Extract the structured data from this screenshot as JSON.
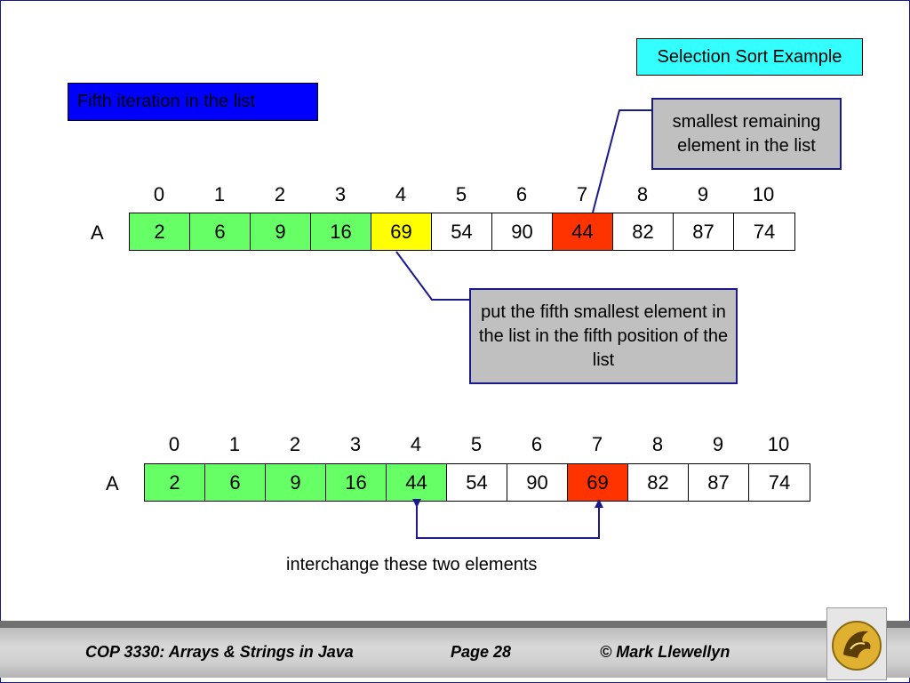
{
  "slide": {
    "title": "Selection Sort Example",
    "iteration_label": "Fifth iteration in the list",
    "callout_top": "smallest remaining element in the list",
    "callout_middle": "put the fifth smallest element in the list in the fifth position of the list",
    "caption": "interchange these two elements"
  },
  "array_before": {
    "label": "A",
    "indices": [
      "0",
      "1",
      "2",
      "3",
      "4",
      "5",
      "6",
      "7",
      "8",
      "9",
      "10"
    ],
    "values": [
      "2",
      "6",
      "9",
      "16",
      "69",
      "54",
      "90",
      "44",
      "82",
      "87",
      "74"
    ],
    "cell_colors": [
      "#66ff66",
      "#66ff66",
      "#66ff66",
      "#66ff66",
      "#ffff00",
      "#ffffff",
      "#ffffff",
      "#ff3300",
      "#ffffff",
      "#ffffff",
      "#ffffff"
    ]
  },
  "array_after": {
    "label": "A",
    "indices": [
      "0",
      "1",
      "2",
      "3",
      "4",
      "5",
      "6",
      "7",
      "8",
      "9",
      "10"
    ],
    "values": [
      "2",
      "6",
      "9",
      "16",
      "44",
      "54",
      "90",
      "69",
      "82",
      "87",
      "74"
    ],
    "cell_colors": [
      "#66ff66",
      "#66ff66",
      "#66ff66",
      "#66ff66",
      "#66ff66",
      "#ffffff",
      "#ffffff",
      "#ff3300",
      "#ffffff",
      "#ffffff",
      "#ffffff"
    ]
  },
  "footer": {
    "course": "COP 3330:  Arrays & Strings in Java",
    "page": "Page 28",
    "author": "© Mark Llewellyn",
    "logo_icon": "pegasus-logo-icon"
  },
  "colors": {
    "title_bg": "#33ffff",
    "iteration_bg": "#0000ff",
    "callout_bg": "#c0c0c0",
    "connector": "#1a1a8c"
  }
}
